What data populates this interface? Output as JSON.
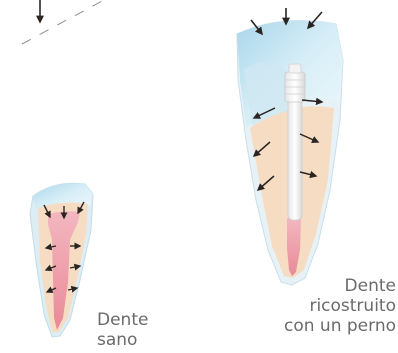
{
  "labels": {
    "healthy_tooth": [
      "Dente",
      "sano"
    ],
    "rebuilt_tooth": [
      "Dente",
      "ricostruito",
      "con un perno"
    ]
  },
  "colors": {
    "enamel": "#bfe0ee",
    "dentin": "#f6dcc2",
    "pulp": "#f1a6b0",
    "post": "#ffffff",
    "arrow": "#2a2522",
    "label_text": "#6b6b6b"
  },
  "icons": {
    "force_arrow": "arrow-icon"
  }
}
